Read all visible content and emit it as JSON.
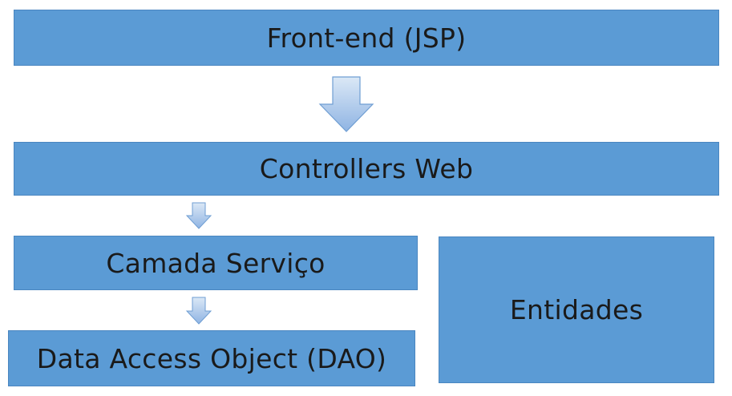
{
  "diagram": {
    "boxes": {
      "frontend": {
        "label": "Front-end (JSP)"
      },
      "controllers": {
        "label": "Controllers Web"
      },
      "servico": {
        "label": "Camada Serviço"
      },
      "dao": {
        "label": "Data Access Object (DAO)"
      },
      "entidades": {
        "label": "Entidades"
      }
    },
    "colors": {
      "box_fill": "#5b9bd5",
      "arrow_fill_top": "#dbe8f6",
      "arrow_fill_bottom": "#8fb4e3",
      "arrow_stroke": "#6f9ed3"
    }
  }
}
